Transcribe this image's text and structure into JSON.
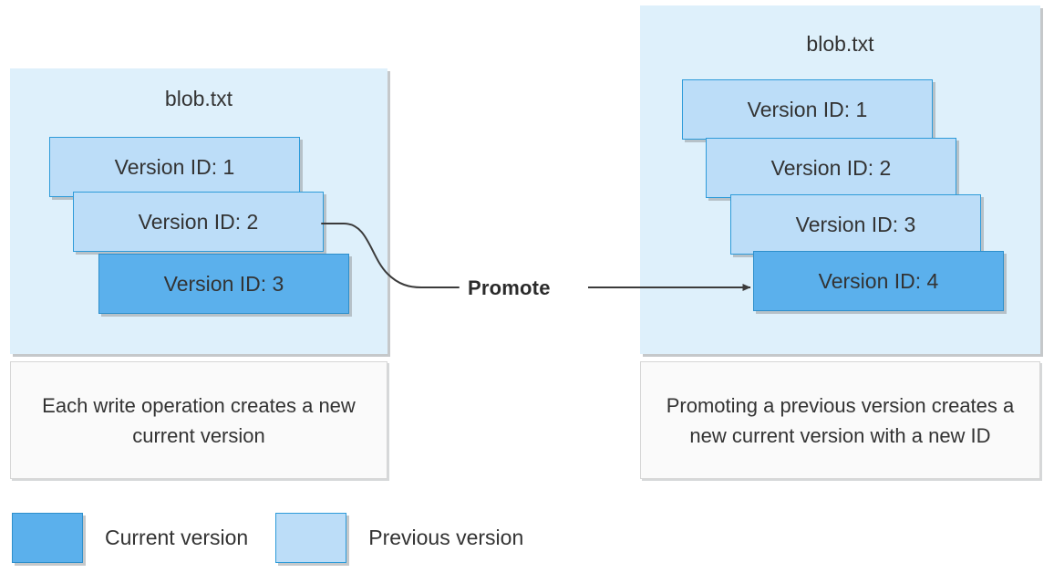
{
  "diagram": {
    "title_icon": "blob-file",
    "accent_current": "#5BB0EC",
    "accent_previous": "#BCDDF8",
    "panel_background": "#DEF0FB",
    "border_current": "#2E8FCB",
    "border_previous": "#2E9BD9",
    "caption_background": "#FAFAFA"
  },
  "left_panel": {
    "title": "blob.txt",
    "versions": [
      {
        "label": "Version ID: 1",
        "state": "previous"
      },
      {
        "label": "Version ID: 2",
        "state": "previous"
      },
      {
        "label": "Version ID: 3",
        "state": "current"
      }
    ],
    "caption": "Each write operation creates a new current version"
  },
  "right_panel": {
    "title": "blob.txt",
    "versions": [
      {
        "label": "Version ID: 1",
        "state": "previous"
      },
      {
        "label": "Version ID: 2",
        "state": "previous"
      },
      {
        "label": "Version ID: 3",
        "state": "previous"
      },
      {
        "label": "Version ID: 4",
        "state": "current"
      }
    ],
    "caption": "Promoting a previous version creates a new current version with a new ID"
  },
  "connector": {
    "label": "Promote",
    "from": "Version ID: 2",
    "to": "Version ID: 4",
    "stroke": "#3B3B3B"
  },
  "legend": {
    "items": [
      {
        "label": "Current version",
        "color": "#5BB0EC"
      },
      {
        "label": "Previous version",
        "color": "#BCDDF8"
      }
    ]
  }
}
